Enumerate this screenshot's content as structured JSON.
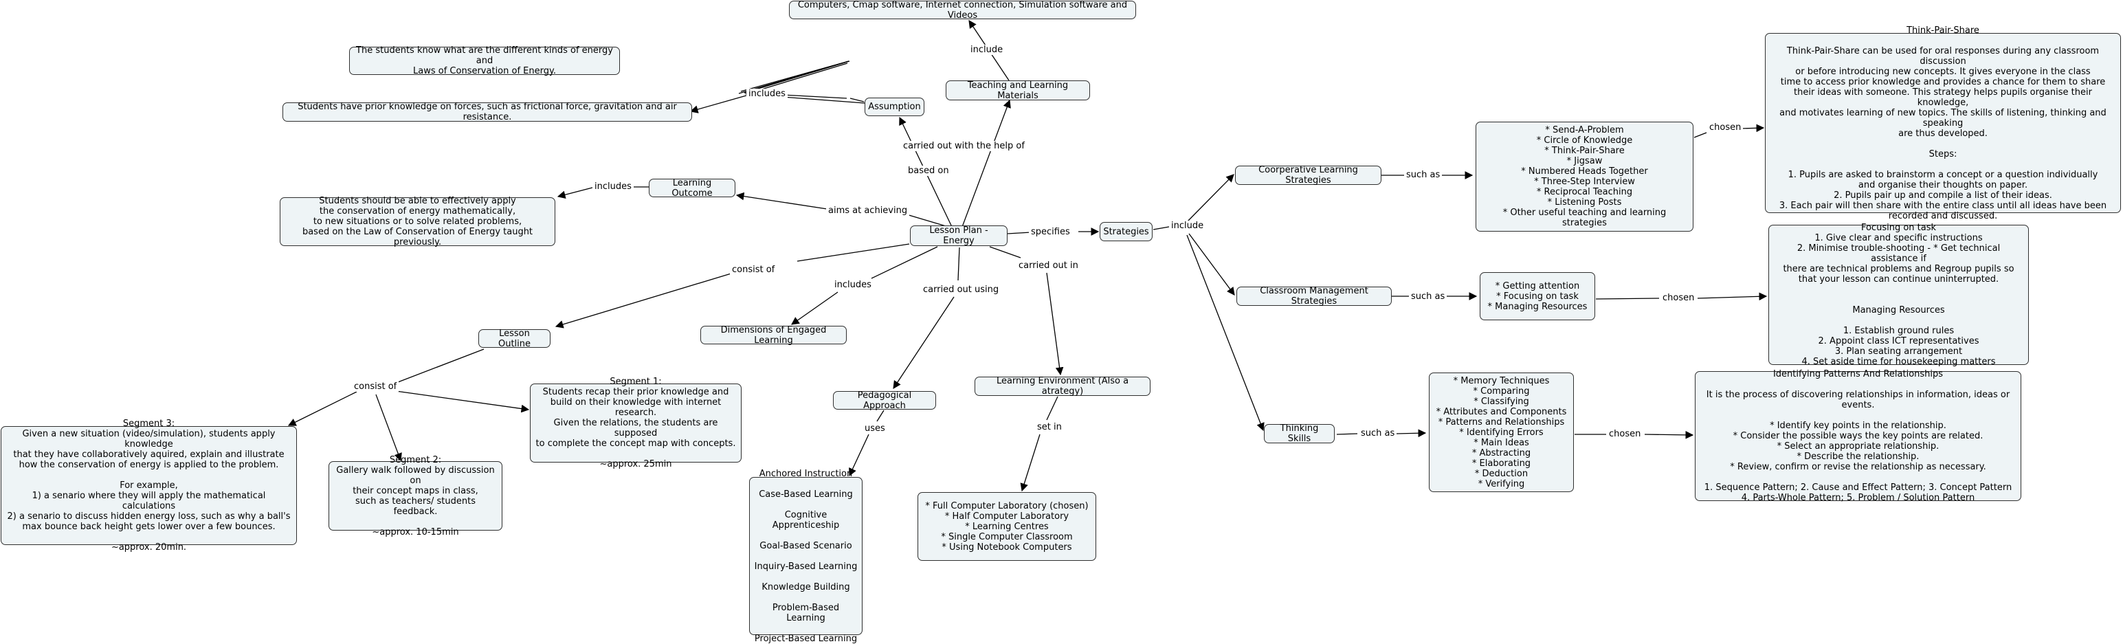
{
  "nodes": {
    "lesson_plan": "Lesson Plan - Energy",
    "resources": "Computers, Cmap software, Internet connection, Simulation software and Videos",
    "teaching_materials": "Teaching and Learning Materials",
    "assumption": "Assumption",
    "assumption_1": "The students know what are the different kinds of energy and\nLaws of Conservation of Energy.",
    "assumption_2": "Students have prior knowledge on forces, such as frictional force, gravitation and air resistance.",
    "learning_outcome": "Learning Outcome",
    "outcome_text": "Students should be able to effectively apply\nthe conservation of energy mathematically,\nto new situations or to solve related problems,\nbased on the Law of Conservation of Energy taught previously.",
    "lesson_outline": "Lesson Outline",
    "dimensions": "Dimensions of Engaged Learning",
    "pedagogical": "Pedagogical Approach",
    "learning_env": "Learning Environment (Also a atrategy)",
    "strategies": "Strategies",
    "segment1": "Segment 1:\nStudents recap their prior knowledge and\nbuild on their knowledge with internet research.\nGiven the relations, the students are supposed\nto complete the concept map with concepts.\n\n~approx. 25min",
    "segment2": "Segment 2:\nGallery walk followed by discussion on\ntheir concept maps in class,\nsuch as teachers/ students feedback.\n\n~approx. 10-15min",
    "segment3": "Segment 3:\nGiven a new situation (video/simulation), students apply knowledge\nthat they have collaboratively aquired, explain and illustrate\nhow the conservation of energy is applied to the problem.\n\nFor example,\n1) a senario where they will apply the mathematical calculations\n2) a senario to discuss hidden energy loss, such as why a ball's\nmax bounce back height gets lower over a few bounces.\n\n~approx. 20min.",
    "approaches": "Anchored Instruction\n\nCase-Based Learning\n\nCognitive Apprenticeship\n\nGoal-Based Scenario\n\nInquiry-Based Learning\n\nKnowledge Building\n\nProblem-Based Learning\n\nProject-Based Learning",
    "labs": "*  Full Computer Laboratory (chosen)\n* Half Computer Laboratory\n* Learning Centres\n* Single Computer Classroom\n* Using Notebook Computers",
    "coop": "Coorperative Learning Strategies",
    "classroom_mgmt": "Classroom Management Strategies",
    "thinking": "Thinking Skills",
    "coop_list": "* Send-A-Problem\n* Circle of Knowledge\n* Think-Pair-Share\n* Jigsaw\n* Numbered Heads Together\n* Three-Step Interview\n* Reciprocal Teaching\n* Listening Posts\n* Other useful teaching and learning strategies",
    "mgmt_list": "*  Getting attention\n* Focusing on task\n* Managing Resources",
    "thinking_list": "*  Memory Techniques\n* Comparing\n* Classifying\n* Attributes and Components\n* Patterns and Relationships\n* Identifying Errors\n* Main Ideas\n* Abstracting\n* Elaborating\n* Deduction\n* Verifying",
    "tps": "Think-Pair-Share\n\nThink-Pair-Share can be used for oral responses during any classroom discussion\nor before introducing new concepts. It gives everyone in the class\ntime to access prior knowledge and provides a chance for them to share\ntheir ideas with someone. This strategy helps pupils organise their knowledge,\nand motivates learning of new topics. The skills of listening, thinking and speaking\nare thus developed.\n\nSteps:\n\n1. Pupils are asked to brainstorm a concept or a question individually\nand organise their thoughts on paper.\n2. Pupils pair up and compile a list of their ideas.\n3. Each pair will then share with the entire class until all ideas have been\nrecorded and discussed.",
    "focus": "Focusing on task\n1. Give clear and specific instructions\n2. Minimise trouble-shooting - *  Get technical assistance if\nthere are technical problems and Regroup pupils so\nthat your lesson can continue uninterrupted.\n\n\nManaging Resources\n\n1. Establish ground rules\n2. Appoint class ICT representatives\n3. Plan seating arrangement\n4. Set aside time for housekeeping matters",
    "patterns": "Identifying Patterns And Relationships\n\nIt is the process of discovering relationships in information, ideas or events.\n\n* Identify key points in the relationship.\n* Consider the possible ways the key points are related.\n* Select an appropriate relationship.\n* Describe the relationship.\n* Review, confirm or revise the relationship as necessary.\n\n1. Sequence Pattern; 2. Cause and Effect Pattern; 3. Concept Pattern\n4. Parts-Whole Pattern; 5. Problem / Solution Pattern"
  },
  "labels": {
    "include_top": "include",
    "includes_assumption": "includes",
    "based_on": "based on",
    "carried_out_help": "carried out with the help of",
    "includes_outcome": "includes",
    "aims_at": "aims at achieving",
    "specifies": "specifies",
    "include_strat": "include",
    "consist_of_1": "consist of",
    "includes_dim": "includes",
    "carried_out_using": "carried out using",
    "carried_out_in": "carried out in",
    "consist_of_2": "consist of",
    "uses": "uses",
    "set_in": "set in",
    "such_as_1": "such as",
    "such_as_2": "such as",
    "such_as_3": "such as",
    "chosen_1": "chosen",
    "chosen_2": "chosen",
    "chosen_3": "chosen"
  },
  "colors": {
    "node_fill": "#eef4f6",
    "border": "#2f2f2f",
    "edge": "#000000"
  }
}
